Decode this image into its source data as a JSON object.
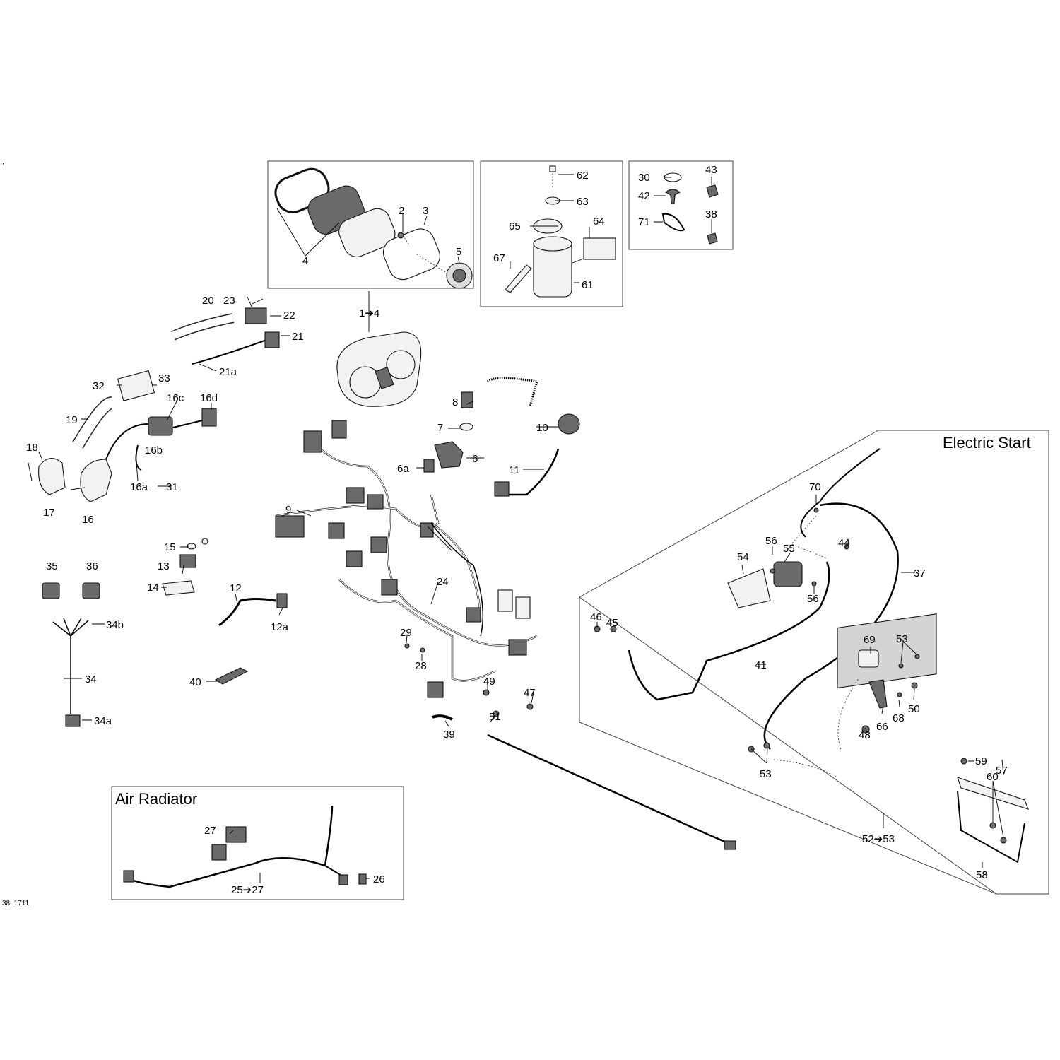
{
  "sections": {
    "electric_start": "Electric Start",
    "air_radiator": "Air Radiator"
  },
  "drawing_code": "38L1711",
  "corner_mark": ",",
  "callouts": {
    "c1_4": "1➔4",
    "c2": "2",
    "c3": "3",
    "c4": "4",
    "c5": "5",
    "c6": "6",
    "c6a": "6a",
    "c7": "7",
    "c8": "8",
    "c9": "9",
    "c10": "10",
    "c11": "11",
    "c12": "12",
    "c12a": "12a",
    "c13": "13",
    "c14": "14",
    "c15": "15",
    "c16": "16",
    "c16a": "16a",
    "c16b": "16b",
    "c16c": "16c",
    "c16d": "16d",
    "c17": "17",
    "c18": "18",
    "c19": "19",
    "c20": "20",
    "c21": "21",
    "c21a": "21a",
    "c22": "22",
    "c23": "23",
    "c24": "24",
    "c25_27": "25➔27",
    "c26": "26",
    "c27": "27",
    "c28": "28",
    "c29": "29",
    "c30": "30",
    "c31": "31",
    "c32": "32",
    "c33": "33",
    "c34": "34",
    "c34a": "34a",
    "c34b": "34b",
    "c35": "35",
    "c36": "36",
    "c37": "37",
    "c38": "38",
    "c39": "39",
    "c40": "40",
    "c41": "41",
    "c42": "42",
    "c43": "43",
    "c44": "44",
    "c45": "45",
    "c46": "46",
    "c47": "47",
    "c48": "48",
    "c49": "49",
    "c50": "50",
    "c51": "51",
    "c52_53": "52➔53",
    "c53": "53",
    "c54": "54",
    "c55": "55",
    "c56": "56",
    "c57": "57",
    "c58": "58",
    "c59": "59",
    "c60": "60",
    "c61": "61",
    "c62": "62",
    "c63": "63",
    "c64": "64",
    "c65": "65",
    "c66": "66",
    "c67": "67",
    "c68": "68",
    "c69": "69",
    "c70": "70",
    "c71": "71"
  }
}
